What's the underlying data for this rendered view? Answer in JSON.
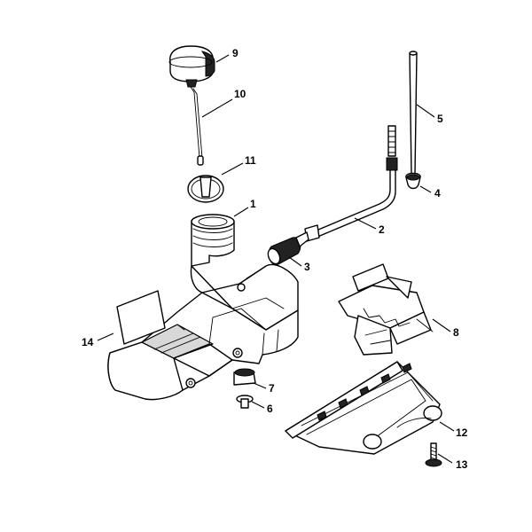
{
  "parts": [
    {
      "id": "1",
      "label": "1"
    },
    {
      "id": "2",
      "label": "2"
    },
    {
      "id": "3",
      "label": "3"
    },
    {
      "id": "4",
      "label": "4"
    },
    {
      "id": "5",
      "label": "5"
    },
    {
      "id": "6",
      "label": "6"
    },
    {
      "id": "7",
      "label": "7"
    },
    {
      "id": "8",
      "label": "8"
    },
    {
      "id": "9",
      "label": "9"
    },
    {
      "id": "10",
      "label": "10"
    },
    {
      "id": "11",
      "label": "11"
    },
    {
      "id": "12",
      "label": "12"
    },
    {
      "id": "13",
      "label": "13"
    },
    {
      "id": "14",
      "label": "14"
    }
  ]
}
